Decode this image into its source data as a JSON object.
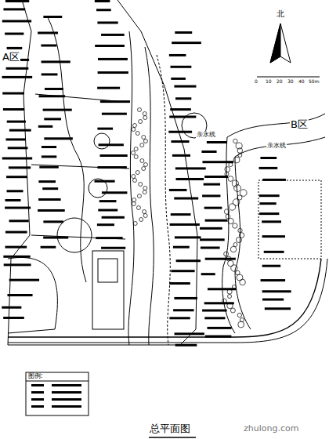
{
  "diagram": {
    "title": "总平面图",
    "labels": [
      "A区",
      "B区",
      "北",
      "0",
      "10",
      "20",
      "30",
      "40",
      "50m",
      "亲水线",
      "亲水线",
      "图例:",
      "zhulong.com"
    ]
  }
}
